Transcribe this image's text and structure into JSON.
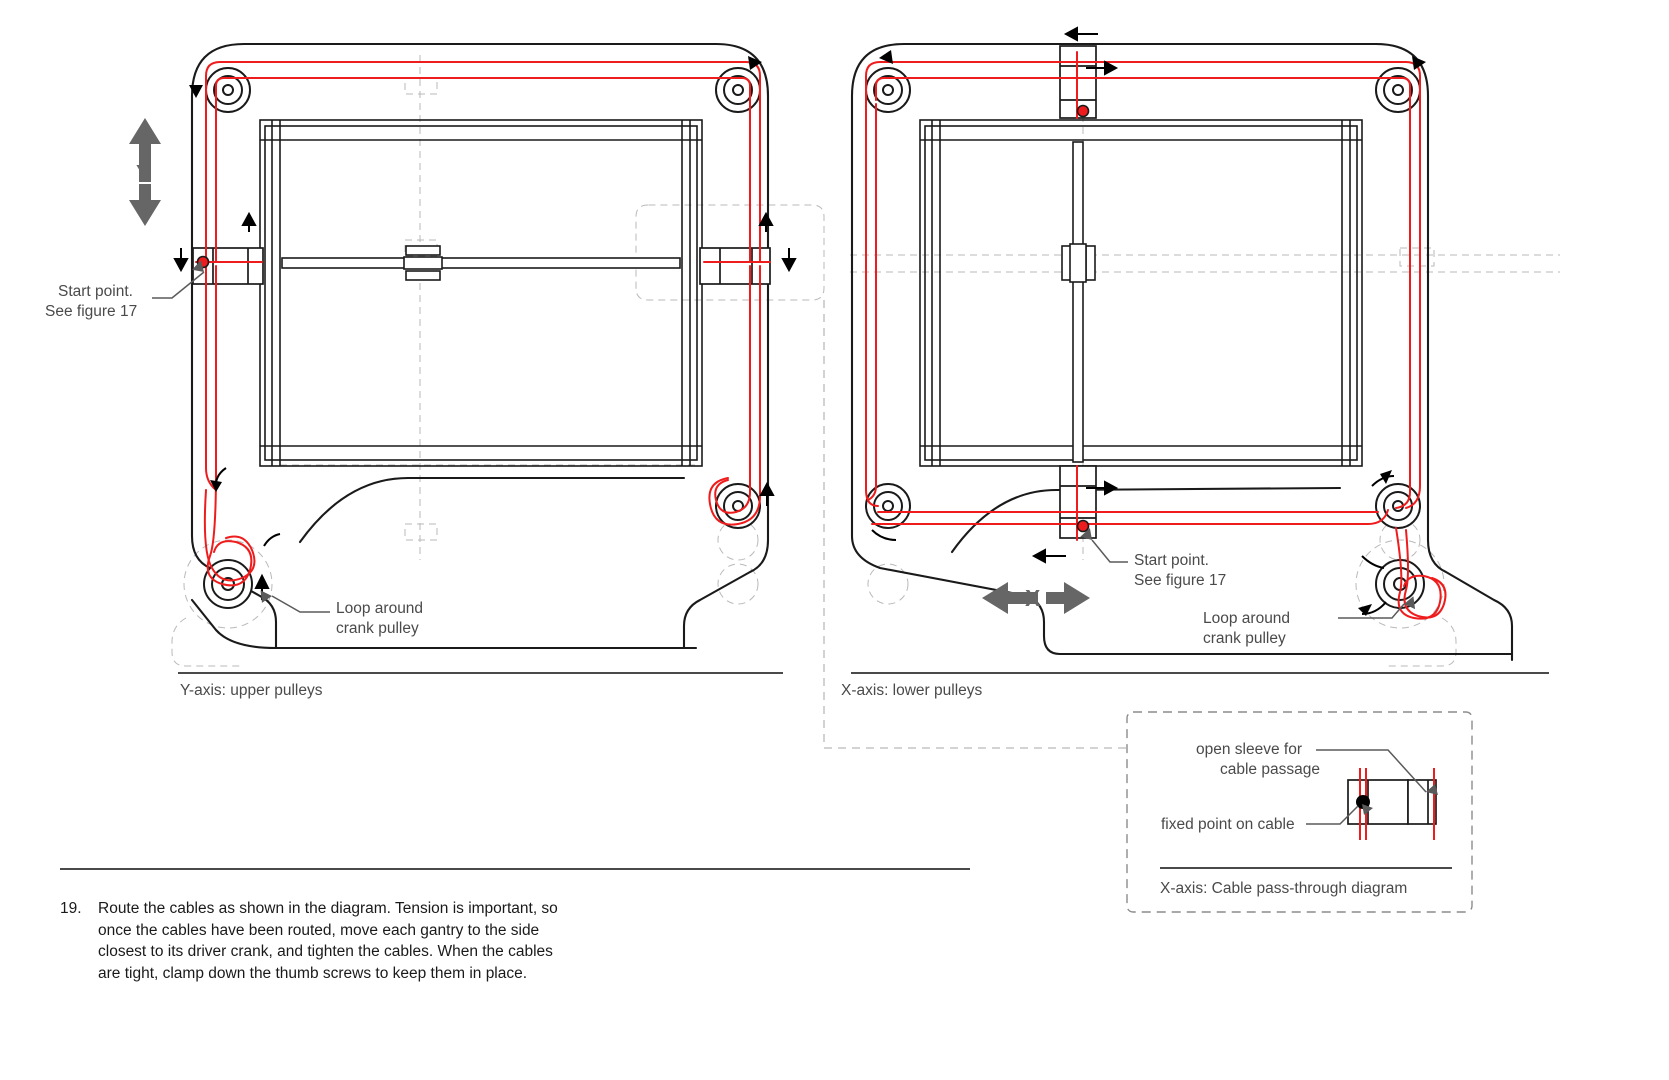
{
  "document": {
    "type": "assembly-instruction-diagram",
    "step_number": "19.",
    "instruction_text": "Route the cables as shown in the diagram. Tension is important, so once the cables have been routed, move each gantry to the side closest to its driver crank, and tighten the cables. When the cables are tight, clamp down the thumb screws to keep them in place."
  },
  "colors": {
    "cable": "#ee1c1c",
    "outline": "#1a1a1a",
    "hidden_line": "#aaaaaa",
    "text": "#4a4a4a",
    "arrow": "#666666",
    "body_text": "#1a1a1a"
  },
  "figures": {
    "left": {
      "caption": "Y-axis: upper pulleys",
      "axis_letter": "Y",
      "axis_direction": "vertical",
      "annotations": [
        {
          "id": "start-point",
          "line1": "Start point.",
          "line2": "See figure 17"
        },
        {
          "id": "loop-crank",
          "line1": "Loop around",
          "line2": "crank pulley"
        }
      ],
      "pulley_count": 4
    },
    "right": {
      "caption": "X-axis: lower pulleys",
      "axis_letter": "X",
      "axis_direction": "horizontal",
      "annotations": [
        {
          "id": "start-point",
          "line1": "Start point.",
          "line2": "See figure 17"
        },
        {
          "id": "loop-crank",
          "line1": "Loop around",
          "line2": "crank pulley"
        }
      ],
      "pulley_count": 4
    },
    "inset": {
      "caption": "X-axis: Cable pass-through diagram",
      "annotations": [
        {
          "id": "open-sleeve",
          "line1": "open sleeve for",
          "line2": "cable passage"
        },
        {
          "id": "fixed-point",
          "line1": "fixed point on cable",
          "line2": ""
        }
      ]
    }
  }
}
